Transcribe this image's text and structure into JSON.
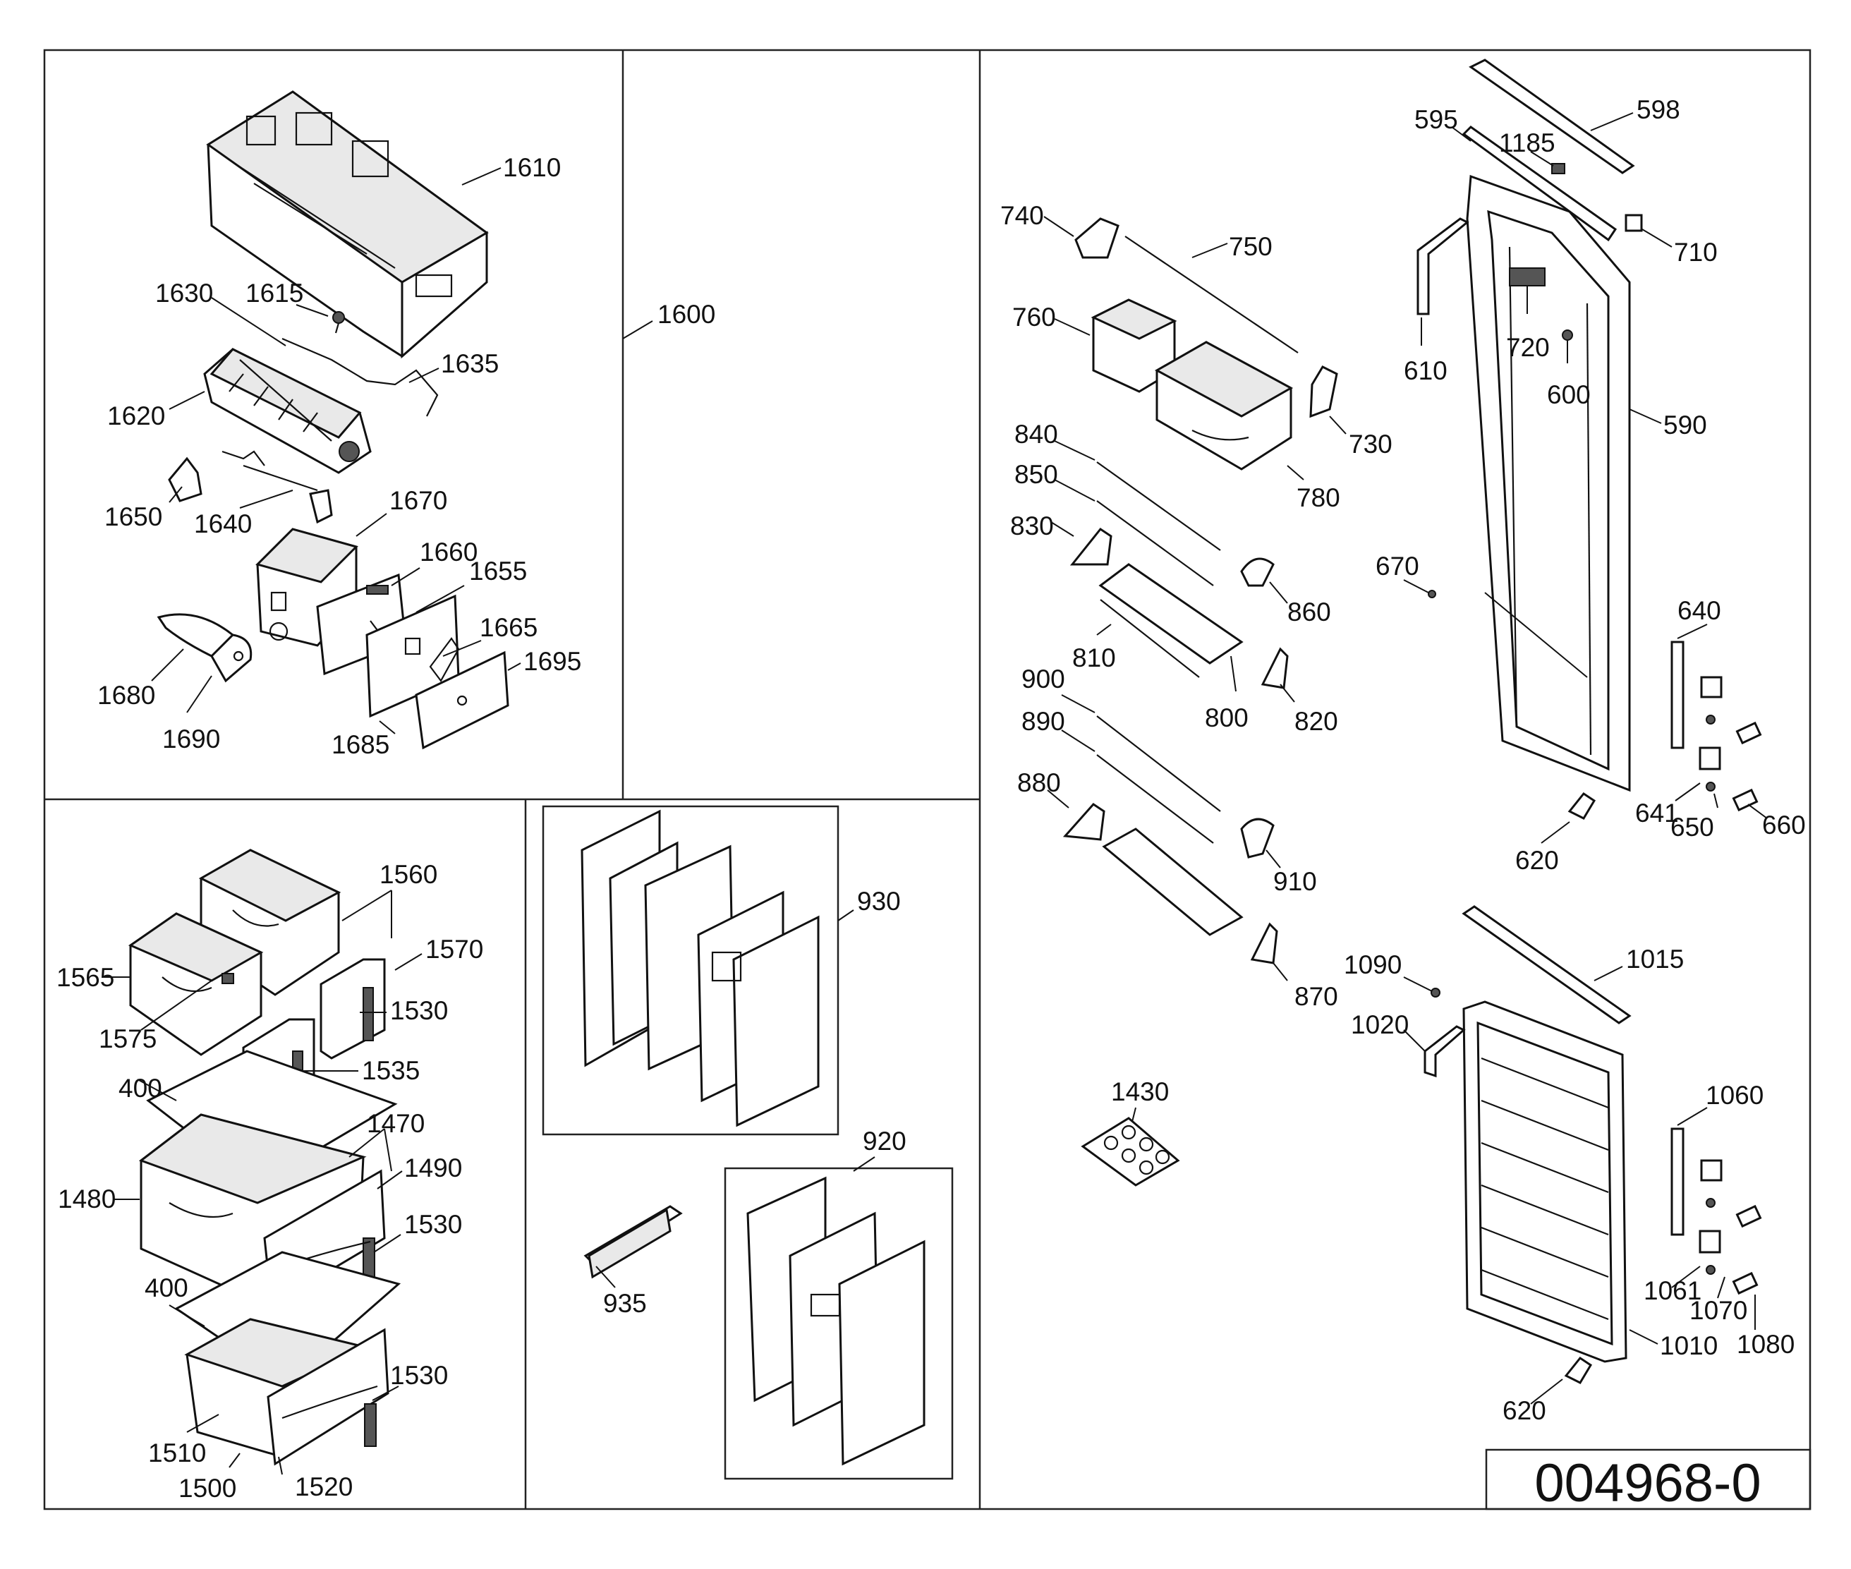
{
  "document_number": "004968-0",
  "callouts": {
    "p1610": "1610",
    "p1630": "1630",
    "p1615": "1615",
    "p1600": "1600",
    "p1635": "1635",
    "p1620": "1620",
    "p1650": "1650",
    "p1640": "1640",
    "p1670": "1670",
    "p1660": "1660",
    "p1655": "1655",
    "p1665": "1665",
    "p1695": "1695",
    "p1680": "1680",
    "p1690": "1690",
    "p1685": "1685",
    "p1560": "1560",
    "p1570": "1570",
    "p1565": "1565",
    "p1530a": "1530",
    "p1575": "1575",
    "p1535": "1535",
    "p400a": "400",
    "p1470": "1470",
    "p1490": "1490",
    "p1480": "1480",
    "p1530b": "1530",
    "p400b": "400",
    "p1530c": "1530",
    "p1510": "1510",
    "p1500": "1500",
    "p1520": "1520",
    "p930": "930",
    "p920": "920",
    "p935": "935",
    "p740": "740",
    "p750": "750",
    "p760": "760",
    "p730": "730",
    "p780": "780",
    "p840": "840",
    "p850": "850",
    "p830": "830",
    "p860": "860",
    "p810": "810",
    "p800": "800",
    "p820": "820",
    "p900": "900",
    "p890": "890",
    "p880": "880",
    "p910": "910",
    "p870": "870",
    "p1430": "1430",
    "p598": "598",
    "p595": "595",
    "p1185": "1185",
    "p710": "710",
    "p610": "610",
    "p720": "720",
    "p600": "600",
    "p590": "590",
    "p670": "670",
    "p640": "640",
    "p641": "641",
    "p650": "650",
    "p660": "660",
    "p620a": "620",
    "p1015": "1015",
    "p1090": "1090",
    "p1020": "1020",
    "p1060": "1060",
    "p1061": "1061",
    "p1070": "1070",
    "p1080": "1080",
    "p1010": "1010",
    "p620b": "620"
  }
}
